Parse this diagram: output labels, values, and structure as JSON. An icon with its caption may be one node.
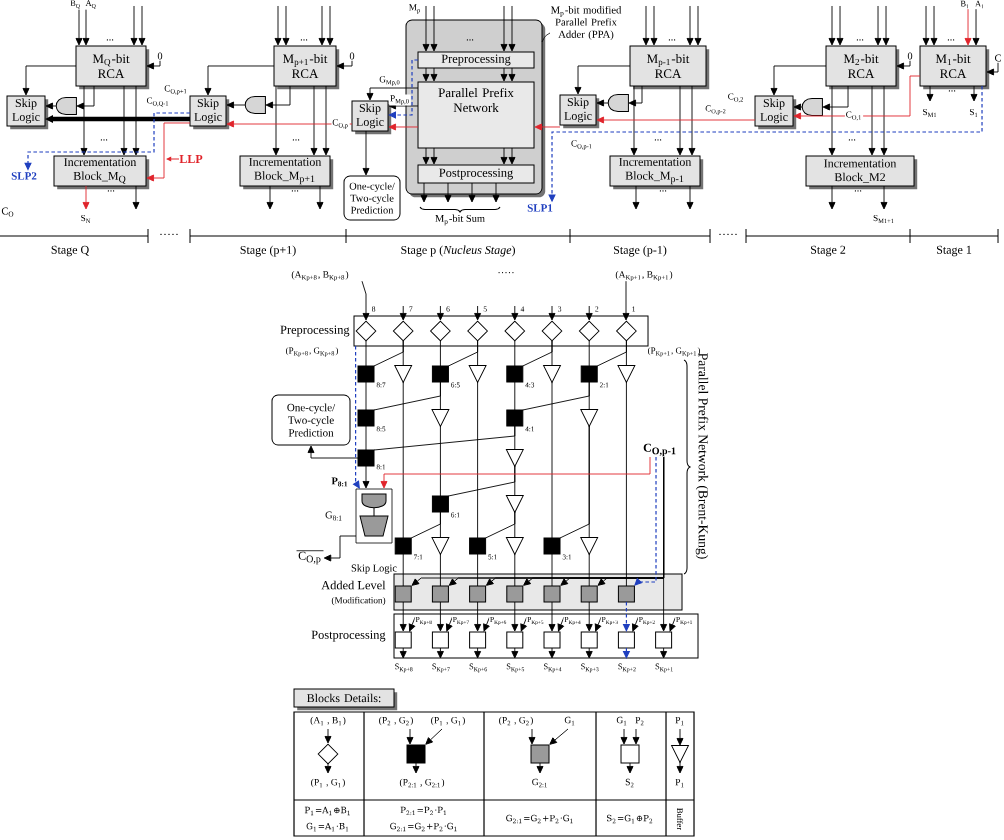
{
  "diagram": {
    "nodes": [
      {
        "text": [
          "Skip Logic"
        ]
      },
      {
        "text": [],
        "shape": "gate"
      },
      {
        "text": [
          "M$_{Q}$-bit RCA"
        ],
        "beside": [
          "..."
        ]
      },
      {
        "text": [
          "Incrementation Block_M$_{Q}$"
        ],
        "beside": [
          "..."
        ]
      },
      {
        "text": [
          "Skip Logic"
        ]
      },
      {
        "text": [],
        "shape": "gate"
      },
      {
        "text": [
          "M$_{p+1}$-bit RCA"
        ],
        "beside": [
          "..."
        ]
      },
      {
        "text": [
          "Incrementation Block_M$_{p+1}$"
        ],
        "beside": [
          "..."
        ]
      },
      {
        "text": [
          "Skip Logic"
        ]
      },
      {
        "text": [
          "M$_{p}$-bit modified Parallel Prefix Adder (PPA)"
        ]
      },
      {
        "text": [
          "Preprocessing"
        ],
        "in": 9,
        "beside": [
          "..."
        ]
      },
      {
        "text": [
          "Parallel Prefix Network"
        ],
        "in": 9
      },
      {
        "text": [
          "Postprocessing"
        ],
        "in": 9
      },
      {
        "text": [
          "One-cycle/ Two-cycle Prediction"
        ]
      },
      {
        "text": [
          "Skip Logic"
        ]
      },
      {
        "text": [],
        "shape": "gate"
      },
      {
        "text": [
          "M$_{p-1}$-bit RCA"
        ],
        "beside": [
          "..."
        ]
      },
      {
        "text": [
          "Incrementation Block_M$_{p-1}$"
        ],
        "beside": [
          "..."
        ]
      },
      {
        "text": [
          "Skip Logic"
        ]
      },
      {
        "text": [],
        "shape": "gate"
      },
      {
        "text": [
          "M$_{2}$-bit RCA"
        ],
        "beside": [
          "..."
        ]
      },
      {
        "text": [
          "Incrementation Block_M2"
        ],
        "beside": [
          "..."
        ]
      },
      {
        "text": [
          "M$_{1}$-bit RCA"
        ],
        "beside": [
          "...",
          "..."
        ]
      },
      {
        "text": [
          "Preprocessing"
        ]
      },
      {
        "text": [],
        "shape": "diamond",
        "in": 23
      },
      {
        "text": [],
        "shape": "diamond",
        "in": 23
      },
      {
        "text": [],
        "shape": "diamond",
        "in": 23
      },
      {
        "text": [],
        "shape": "diamond",
        "in": 23
      },
      {
        "text": [],
        "shape": "diamond",
        "in": 23
      },
      {
        "text": [],
        "shape": "diamond",
        "in": 23
      },
      {
        "text": [],
        "shape": "diamond",
        "in": 23
      },
      {
        "text": [],
        "shape": "diamond",
        "in": 23
      },
      {
        "text": [],
        "shape": "box",
        "beside": [
          "8:7"
        ]
      },
      {
        "text": [],
        "shape": "triangle"
      },
      {
        "text": [],
        "shape": "box",
        "beside": [
          "6:5"
        ]
      },
      {
        "text": [],
        "shape": "triangle"
      },
      {
        "text": [],
        "shape": "box",
        "beside": [
          "4:3"
        ]
      },
      {
        "text": [],
        "shape": "triangle"
      },
      {
        "text": [],
        "shape": "box",
        "beside": [
          "2:1"
        ]
      },
      {
        "text": [],
        "shape": "triangle"
      },
      {
        "text": [],
        "shape": "box",
        "beside": [
          "8:5"
        ]
      },
      {
        "text": [],
        "shape": "triangle"
      },
      {
        "text": [],
        "shape": "box",
        "beside": [
          "4:1"
        ]
      },
      {
        "text": [],
        "shape": "triangle"
      },
      {
        "text": [],
        "shape": "box",
        "beside": [
          "8:1"
        ]
      },
      {
        "text": [],
        "shape": "triangle"
      },
      {
        "text": [],
        "shape": "box",
        "beside": [
          "6:1"
        ]
      },
      {
        "text": [],
        "shape": "triangle"
      },
      {
        "text": [],
        "shape": "box",
        "beside": [
          "7:1"
        ]
      },
      {
        "text": [],
        "shape": "triangle"
      },
      {
        "text": [],
        "shape": "box",
        "beside": [
          "5:1"
        ]
      },
      {
        "text": [],
        "shape": "triangle"
      },
      {
        "text": [],
        "shape": "box",
        "beside": [
          "3:1"
        ]
      },
      {
        "text": [],
        "shape": "triangle"
      },
      {
        "text": [
          "Added Level",
          "(Modification)"
        ]
      },
      {
        "text": [],
        "shape": "box",
        "in": 54
      },
      {
        "text": [],
        "shape": "box",
        "in": 54
      },
      {
        "text": [],
        "shape": "box",
        "in": 54
      },
      {
        "text": [],
        "shape": "box",
        "in": 54
      },
      {
        "text": [],
        "shape": "box",
        "in": 54
      },
      {
        "text": [],
        "shape": "box",
        "in": 54
      },
      {
        "text": [],
        "shape": "box",
        "in": 54
      },
      {
        "text": [
          "Postprocessing"
        ]
      },
      {
        "text": [],
        "shape": "box",
        "in": 62
      },
      {
        "text": [],
        "shape": "box",
        "in": 62
      },
      {
        "text": [],
        "shape": "box",
        "in": 62
      },
      {
        "text": [],
        "shape": "box",
        "in": 62
      },
      {
        "text": [],
        "shape": "box",
        "in": 62
      },
      {
        "text": [],
        "shape": "box",
        "in": 62
      },
      {
        "text": [],
        "shape": "box",
        "in": 62
      },
      {
        "text": [],
        "shape": "box",
        "in": 62
      },
      {
        "text": [
          "One-cycle/ Two-cycle Prediction"
        ]
      },
      {
        "text": [
          "Skip Logic"
        ]
      },
      {
        "text": [
          "C$_{O,p-1}$"
        ]
      },
      {
        "text": [
          "C$_{O,p}$"
        ]
      },
      {
        "text": [
          "Blocks Details:"
        ]
      },
      {
        "text": [],
        "shape": "diamond"
      },
      {
        "text": [],
        "shape": "box"
      },
      {
        "text": [],
        "shape": "box"
      },
      {
        "text": [],
        "shape": "box"
      },
      {
        "text": [],
        "shape": "triangle"
      },
      {
        "text": [
          "0"
        ]
      },
      {
        "text": [
          "0"
        ]
      },
      {
        "text": [
          "0"
        ]
      },
      {
        "text": [
          "C"
        ]
      },
      {
        "text": [
          "(A$_{Kp+8}$, B$_{Kp+8}$)"
        ]
      },
      {
        "text": [
          "(A$_{Kp+1}$, B$_{Kp+1}$)"
        ]
      },
      {
        "text": [
          "SLP2"
        ]
      },
      {
        "text": [
          "SLP1"
        ]
      }
    ],
    "edges": [
      {
        "from": null,
        "to": 2,
        "arrow": "to",
        "label": "B$_{Q}$"
      },
      {
        "from": null,
        "to": 2,
        "arrow": "to",
        "label": "A$_{Q}$"
      },
      {
        "from": null,
        "to": 2,
        "arrow": "to"
      },
      {
        "from": null,
        "to": 2,
        "arrow": "to"
      },
      {
        "from": 81,
        "to": 2,
        "arrow": "to"
      },
      {
        "from": null,
        "to": 6,
        "arrow": "to"
      },
      {
        "from": null,
        "to": 6,
        "arrow": "to"
      },
      {
        "from": null,
        "to": 6,
        "arrow": "to"
      },
      {
        "from": null,
        "to": 6,
        "arrow": "to"
      },
      {
        "from": 82,
        "to": 6,
        "arrow": "to"
      },
      {
        "from": null,
        "to": 10,
        "arrow": "to",
        "label": "M$_{p}$"
      },
      {
        "from": null,
        "to": 10,
        "arrow": "to"
      },
      {
        "from": null,
        "to": 10,
        "arrow": "to"
      },
      {
        "from": null,
        "to": 10,
        "arrow": "to"
      },
      {
        "from": null,
        "to": 16,
        "arrow": "to"
      },
      {
        "from": null,
        "to": 16,
        "arrow": "to"
      },
      {
        "from": null,
        "to": 16,
        "arrow": "to"
      },
      {
        "from": null,
        "to": 16,
        "arrow": "to"
      },
      {
        "from": null,
        "to": 20,
        "arrow": "to"
      },
      {
        "from": null,
        "to": 20,
        "arrow": "to"
      },
      {
        "from": null,
        "to": 20,
        "arrow": "to"
      },
      {
        "from": null,
        "to": 20,
        "arrow": "to"
      },
      {
        "from": 83,
        "to": 20,
        "arrow": "to"
      },
      {
        "from": null,
        "to": 22,
        "arrow": "to"
      },
      {
        "from": null,
        "to": 22,
        "arrow": "to"
      },
      {
        "from": null,
        "to": 22,
        "arrow": "to",
        "label": "B$_{1}$",
        "color": "#e0242b"
      },
      {
        "from": null,
        "to": 22,
        "arrow": "to",
        "label": "A$_{1}$"
      },
      {
        "from": 84,
        "to": 22,
        "arrow": "to"
      },
      {
        "from": 2,
        "to": 0,
        "arrow": "to"
      },
      {
        "from": 6,
        "to": 4,
        "arrow": "to"
      },
      {
        "from": 16,
        "to": 14,
        "arrow": "to"
      },
      {
        "from": 20,
        "to": 18,
        "arrow": "to"
      },
      {
        "from": 1,
        "to": 0,
        "arrow": "to"
      },
      {
        "from": 5,
        "to": 4,
        "arrow": "to"
      },
      {
        "from": 15,
        "to": 14,
        "arrow": "to"
      },
      {
        "from": 19,
        "to": 18,
        "arrow": "to"
      },
      {
        "from": 2,
        "to": 1,
        "arrow": "to"
      },
      {
        "from": 6,
        "to": 5,
        "arrow": "to"
      },
      {
        "from": 16,
        "to": 15,
        "arrow": "to"
      },
      {
        "from": 20,
        "to": 19,
        "arrow": "to"
      },
      {
        "from": 2,
        "to": 3,
        "arrow": "to"
      },
      {
        "from": 2,
        "to": 3,
        "arrow": "to"
      },
      {
        "from": 2,
        "to": 3,
        "arrow": "to"
      },
      {
        "from": 6,
        "to": 7,
        "arrow": "to"
      },
      {
        "from": 6,
        "to": 7,
        "arrow": "to"
      },
      {
        "from": 6,
        "to": 7,
        "arrow": "to"
      },
      {
        "from": 16,
        "to": 17,
        "arrow": "to"
      },
      {
        "from": 16,
        "to": 17,
        "arrow": "to"
      },
      {
        "from": 16,
        "to": 17,
        "arrow": "to"
      },
      {
        "from": 20,
        "to": 21,
        "arrow": "to"
      },
      {
        "from": 20,
        "to": 21,
        "arrow": "to"
      },
      {
        "from": 20,
        "to": 21,
        "arrow": "to"
      },
      {
        "from": 3,
        "to": null,
        "arrow": "to",
        "label": "S$_{N}$",
        "color": "#e0242b"
      },
      {
        "from": 3,
        "to": null,
        "arrow": "to"
      },
      {
        "from": 7,
        "to": null,
        "arrow": "to"
      },
      {
        "from": 7,
        "to": null,
        "arrow": "to"
      },
      {
        "from": 17,
        "to": null,
        "arrow": "to"
      },
      {
        "from": 17,
        "to": null,
        "arrow": "to"
      },
      {
        "from": 21,
        "to": null,
        "arrow": "to",
        "label": "S$_{M1+1}$"
      },
      {
        "from": 21,
        "to": null,
        "arrow": "to"
      },
      {
        "from": 22,
        "to": null,
        "arrow": "to",
        "label": "S$_{M1}$"
      },
      {
        "from": 22,
        "to": null,
        "arrow": "to",
        "label": "S$_{1}$"
      },
      {
        "from": 4,
        "to": 0,
        "arrow": "to",
        "style": "thick",
        "label": "C$_{O,p+1}$"
      },
      {
        "from": 8,
        "to": 4,
        "arrow": "to",
        "color": "#e0242b",
        "label": "C$_{O,p}$"
      },
      {
        "from": 14,
        "to": 11,
        "arrow": "to",
        "color": "#e0242b",
        "label": "C$_{O,p-1}$"
      },
      {
        "from": 18,
        "to": 14,
        "arrow": "to",
        "color": "#e0242b",
        "label": "C$_{O,2}$"
      },
      {
        "from": 22,
        "to": 18,
        "arrow": "to",
        "color": "#e0242b",
        "label": "C$_{O,1}$"
      },
      {
        "from": 4,
        "to": 3,
        "arrow": "to",
        "label": "LLP",
        "color": "#e0242b"
      },
      {
        "from": 11,
        "to": 8,
        "arrow": "to",
        "label": "G$_{Mp,0}$"
      },
      {
        "from": 11,
        "to": 8,
        "arrow": "to",
        "label": "P$_{Mp,0}$"
      },
      {
        "from": 11,
        "to": 8,
        "arrow": "to",
        "color": "#e0242b"
      },
      {
        "from": 10,
        "to": 11,
        "arrow": "to"
      },
      {
        "from": 10,
        "to": 11,
        "arrow": "to"
      },
      {
        "from": 10,
        "to": 11,
        "arrow": "to"
      },
      {
        "from": 10,
        "to": 11,
        "arrow": "to"
      },
      {
        "from": 11,
        "to": 12,
        "arrow": "to"
      },
      {
        "from": 11,
        "to": 12,
        "arrow": "to"
      },
      {
        "from": 11,
        "to": 12,
        "arrow": "to"
      },
      {
        "from": 11,
        "to": 12,
        "arrow": "to"
      },
      {
        "from": 12,
        "to": null,
        "arrow": "to"
      },
      {
        "from": 12,
        "to": null,
        "arrow": "to",
        "label": "M$_{p}$-bit Sum"
      },
      {
        "from": 12,
        "to": null,
        "arrow": "to"
      },
      {
        "from": 12,
        "to": null,
        "arrow": "to"
      },
      {
        "from": 8,
        "to": 13,
        "arrow": "to"
      },
      {
        "from": 4,
        "to": 87,
        "arrow": "to",
        "style": "dashed",
        "color": "#1f3fbf"
      },
      {
        "from": 10,
        "to": 8,
        "arrow": "to",
        "style": "dashed",
        "color": "#1f3fbf"
      },
      {
        "from": 22,
        "to": 88,
        "arrow": "to",
        "style": "dashed",
        "color": "#1f3fbf"
      },
      {
        "from": 85,
        "to": 24,
        "arrow": "to",
        "label": "8"
      },
      {
        "from": null,
        "to": 25,
        "arrow": "to",
        "label": "7"
      },
      {
        "from": null,
        "to": 26,
        "arrow": "to",
        "label": "6"
      },
      {
        "from": null,
        "to": 27,
        "arrow": "to",
        "label": "5"
      },
      {
        "from": null,
        "to": 28,
        "arrow": "to",
        "label": "4"
      },
      {
        "from": null,
        "to": 29,
        "arrow": "to",
        "label": "3"
      },
      {
        "from": null,
        "to": 30,
        "arrow": "to",
        "label": "2"
      },
      {
        "from": 86,
        "to": 31,
        "arrow": "to",
        "label": "1"
      },
      {
        "from": 24,
        "to": 32,
        "arrow": "none"
      },
      {
        "from": 25,
        "to": 33,
        "arrow": "none"
      },
      {
        "from": 26,
        "to": 34,
        "arrow": "none"
      },
      {
        "from": 27,
        "to": 35,
        "arrow": "none"
      },
      {
        "from": 28,
        "to": 36,
        "arrow": "none"
      },
      {
        "from": 29,
        "to": 37,
        "arrow": "none"
      },
      {
        "from": 30,
        "to": 38,
        "arrow": "none"
      },
      {
        "from": 31,
        "to": 39,
        "arrow": "none"
      },
      {
        "from": 25,
        "to": 32,
        "arrow": "none"
      },
      {
        "from": 27,
        "to": 34,
        "arrow": "none"
      },
      {
        "from": 29,
        "to": 36,
        "arrow": "none"
      },
      {
        "from": 31,
        "to": 38,
        "arrow": "none"
      },
      {
        "from": 32,
        "to": 40,
        "arrow": "none"
      },
      {
        "from": 34,
        "to": 41,
        "arrow": "none"
      },
      {
        "from": 36,
        "to": 42,
        "arrow": "none"
      },
      {
        "from": 38,
        "to": 43,
        "arrow": "none"
      },
      {
        "from": 34,
        "to": 40,
        "arrow": "none"
      },
      {
        "from": 38,
        "to": 42,
        "arrow": "none"
      },
      {
        "from": 40,
        "to": 44,
        "arrow": "none"
      },
      {
        "from": 42,
        "to": 45,
        "arrow": "none"
      },
      {
        "from": 42,
        "to": 44,
        "arrow": "none"
      },
      {
        "from": 41,
        "to": 46,
        "arrow": "none"
      },
      {
        "from": 45,
        "to": 47,
        "arrow": "none"
      },
      {
        "from": 45,
        "to": 46,
        "arrow": "none"
      },
      {
        "from": 33,
        "to": 48,
        "arrow": "none"
      },
      {
        "from": 46,
        "to": 49,
        "arrow": "none"
      },
      {
        "from": 35,
        "to": 50,
        "arrow": "none"
      },
      {
        "from": 47,
        "to": 51,
        "arrow": "none"
      },
      {
        "from": 37,
        "to": 52,
        "arrow": "none"
      },
      {
        "from": 43,
        "to": 53,
        "arrow": "none"
      },
      {
        "from": 46,
        "to": 48,
        "arrow": "none"
      },
      {
        "from": 47,
        "to": 50,
        "arrow": "none"
      },
      {
        "from": 43,
        "to": 52,
        "arrow": "none"
      },
      {
        "from": 48,
        "to": 55,
        "arrow": "none"
      },
      {
        "from": 49,
        "to": 56,
        "arrow": "none"
      },
      {
        "from": 50,
        "to": 57,
        "arrow": "none"
      },
      {
        "from": 51,
        "to": 58,
        "arrow": "none"
      },
      {
        "from": 52,
        "to": 59,
        "arrow": "none"
      },
      {
        "from": 53,
        "to": 60,
        "arrow": "none"
      },
      {
        "from": 39,
        "to": 61,
        "arrow": "none"
      },
      {
        "from": 55,
        "to": 63,
        "arrow": "to"
      },
      {
        "from": 56,
        "to": 64,
        "arrow": "to"
      },
      {
        "from": 57,
        "to": 65,
        "arrow": "to"
      },
      {
        "from": 58,
        "to": 66,
        "arrow": "to"
      },
      {
        "from": 59,
        "to": 67,
        "arrow": "to"
      },
      {
        "from": 60,
        "to": 68,
        "arrow": "to"
      },
      {
        "from": 61,
        "to": 69,
        "arrow": "to",
        "style": "dashed",
        "color": "#1f3fbf"
      },
      {
        "from": 73,
        "to": 55,
        "arrow": "to"
      },
      {
        "from": 73,
        "to": 56,
        "arrow": "to"
      },
      {
        "from": 73,
        "to": 57,
        "arrow": "to"
      },
      {
        "from": 73,
        "to": 58,
        "arrow": "to"
      },
      {
        "from": 73,
        "to": 59,
        "arrow": "to"
      },
      {
        "from": 73,
        "to": 60,
        "arrow": "to"
      },
      {
        "from": 73,
        "to": 61,
        "arrow": "to",
        "style": "dashed",
        "color": "#1f3fbf"
      },
      {
        "from": 73,
        "to": 70,
        "arrow": "to"
      },
      {
        "from": null,
        "to": 63,
        "arrow": "to",
        "label": "P$_{Kp+8}$"
      },
      {
        "from": null,
        "to": 64,
        "arrow": "to",
        "label": "P$_{Kp+7}$"
      },
      {
        "from": null,
        "to": 65,
        "arrow": "to",
        "label": "P$_{Kp+6}$"
      },
      {
        "from": null,
        "to": 66,
        "arrow": "to",
        "label": "P$_{Kp+5}$"
      },
      {
        "from": null,
        "to": 67,
        "arrow": "to",
        "label": "P$_{Kp+4}$"
      },
      {
        "from": null,
        "to": 68,
        "arrow": "to",
        "label": "P$_{Kp+3}$"
      },
      {
        "from": null,
        "to": 69,
        "arrow": "to",
        "label": "P$_{Kp+2}$"
      },
      {
        "from": null,
        "to": 70,
        "arrow": "to",
        "label": "P$_{Kp+1}$"
      },
      {
        "from": 63,
        "to": null,
        "arrow": "to",
        "label": "S$_{Kp+8}$"
      },
      {
        "from": 64,
        "to": null,
        "arrow": "to",
        "label": "S$_{Kp+7}$"
      },
      {
        "from": 65,
        "to": null,
        "arrow": "to",
        "label": "S$_{Kp+6}$"
      },
      {
        "from": 66,
        "to": null,
        "arrow": "to",
        "label": "S$_{Kp+5}$"
      },
      {
        "from": 67,
        "to": null,
        "arrow": "to",
        "label": "S$_{Kp+4}$"
      },
      {
        "from": 68,
        "to": null,
        "arrow": "to",
        "label": "S$_{Kp+3}$"
      },
      {
        "from": 69,
        "to": null,
        "arrow": "to",
        "label": "S$_{Kp+2}$",
        "style": "dashed",
        "color": "#1f3fbf"
      },
      {
        "from": 70,
        "to": null,
        "arrow": "to",
        "label": "S$_{Kp+1}$"
      },
      {
        "from": 44,
        "to": 72,
        "arrow": "to"
      },
      {
        "from": 73,
        "to": 72,
        "arrow": "to",
        "color": "#e0242b"
      },
      {
        "from": 72,
        "to": 74,
        "arrow": "to"
      },
      {
        "from": 44,
        "to": 71,
        "arrow": "to"
      },
      {
        "from": 23,
        "to": 72,
        "arrow": "to",
        "style": "dashed",
        "color": "#1f3fbf"
      },
      {
        "from": null,
        "to": 76,
        "arrow": "to",
        "label": "(A$_{1}$ , B$_{1}$)"
      },
      {
        "from": 76,
        "to": null,
        "arrow": "to",
        "label": "(P$_{1}$ , G$_{1}$)"
      },
      {
        "from": null,
        "to": 77,
        "arrow": "to",
        "label": "(P$_{2}$ , G$_{2}$)"
      },
      {
        "from": null,
        "to": 77,
        "arrow": "to",
        "label": "(P$_{1}$ , G$_{1}$)"
      },
      {
        "from": 77,
        "to": null,
        "arrow": "to",
        "label": "(P$_{2:1}$ , G$_{2:1}$)"
      },
      {
        "from": null,
        "to": 78,
        "arrow": "to",
        "label": "(P$_{2}$ , G$_{2}$)"
      },
      {
        "from": null,
        "to": 78,
        "arrow": "to",
        "label": "G$_{1}$"
      },
      {
        "from": 78,
        "to": null,
        "arrow": "to",
        "label": "G$_{2:1}$"
      },
      {
        "from": null,
        "to": 79,
        "arrow": "to",
        "label": "G$_{1}$"
      },
      {
        "from": null,
        "to": 79,
        "arrow": "to",
        "label": "P$_{2}$"
      },
      {
        "from": 79,
        "to": null,
        "arrow": "to",
        "label": "S$_{2}$"
      },
      {
        "from": null,
        "to": 80,
        "arrow": "to",
        "label": "P$_{1}$"
      },
      {
        "from": 80,
        "to": null,
        "arrow": "to",
        "label": "P$_{1}$"
      }
    ],
    "labels": [
      "C$_{O,Q-1}$",
      "C$_{O,p-2}$",
      "...",
      "...",
      "...",
      "...",
      "C$_{O}$",
      "Stage Q",
      "·····",
      "Stage (p+1)",
      "Stage p (*Nucleus Stage*)",
      "Stage (p-1)",
      "·····",
      "Stage 2",
      "Stage 1",
      "·····",
      "(P$_{Kp+8}$, G$_{Kp+8}$)",
      "(P$_{Kp+1}$, G$_{Kp+1}$)",
      "Parallel Prefix Network (Brent-Kung)",
      "P$_{8:1}$",
      "G$_{8:1}$",
      "P$_{1}$=A$_{1}$⊕B$_{1}$",
      "G$_{1}$=A$_{1}$·B$_{1}$",
      "P$_{2:1}$=P$_{2}$·P$_{1}$",
      "G$_{2:1}$=G$_{2}$+P$_{2}$·G$_{1}$",
      "G$_{2:1}$=G$_{2}$+P$_{2}$·G$_{1}$",
      "S$_{2}$=G$_{1}$⊕P$_{2}$",
      "Buffer"
    ]
  }
}
